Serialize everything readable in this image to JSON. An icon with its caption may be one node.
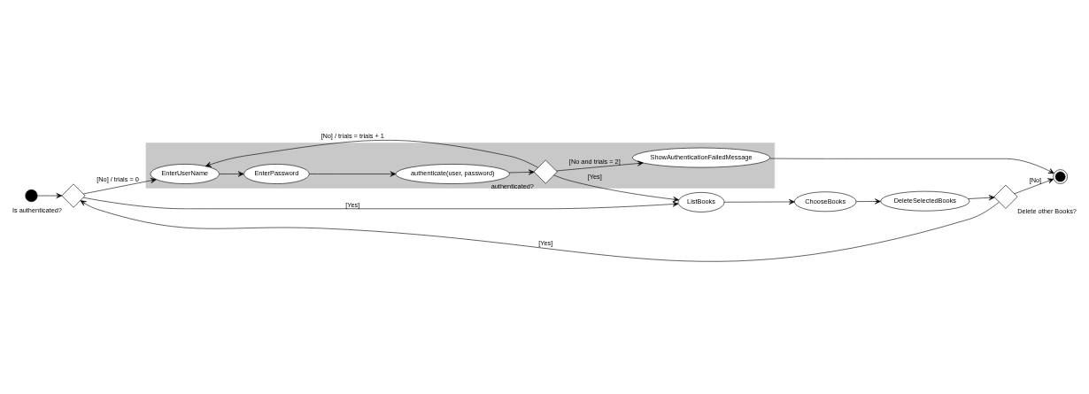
{
  "diagram": {
    "nodes": [
      {
        "text": [],
        "shape": "box"
      },
      {
        "text": [
          "EnterPassword"
        ],
        "in": 0
      },
      {
        "text": [
          "authenticate(user, password)"
        ],
        "in": 0
      },
      {
        "text": [
          "EnterUserName"
        ],
        "in": 0
      },
      {
        "text": [],
        "shape": "diamond",
        "beside": [
          "authenticated?"
        ],
        "in": 0
      },
      {
        "text": [
          "ShowAuthenticationFailedMessage"
        ],
        "in": 0
      },
      {
        "text": [],
        "shape": "circle"
      },
      {
        "text": [],
        "shape": "diamond",
        "beside": [
          "Is authenticated?"
        ]
      },
      {
        "text": [
          "ListBooks"
        ]
      },
      {
        "text": [
          "ChooseBooks"
        ]
      },
      {
        "text": [
          "DeleteSelectedBooks"
        ]
      },
      {
        "text": [],
        "shape": "diamond",
        "beside": [
          "Delete other Books?"
        ]
      },
      {
        "text": [],
        "shape": "bullseye"
      }
    ],
    "edges": [
      {
        "from": 6,
        "to": 7,
        "arrow": "to"
      },
      {
        "from": 7,
        "to": 3,
        "arrow": "to",
        "label": "[No] / trials = 0"
      },
      {
        "from": 7,
        "to": 8,
        "arrow": "to",
        "label": "[Yes]"
      },
      {
        "from": 3,
        "to": 1,
        "arrow": "to"
      },
      {
        "from": 1,
        "to": 2,
        "arrow": "to"
      },
      {
        "from": 2,
        "to": 4,
        "arrow": "to"
      },
      {
        "from": 4,
        "to": 3,
        "arrow": "to",
        "label": "[No] / trials = trials + 1"
      },
      {
        "from": 4,
        "to": 5,
        "arrow": "to",
        "label": "[No and trials = 2]"
      },
      {
        "from": 4,
        "to": 8,
        "arrow": "to",
        "label": "[Yes]"
      },
      {
        "from": 5,
        "to": 12,
        "arrow": "to"
      },
      {
        "from": 8,
        "to": 9,
        "arrow": "to"
      },
      {
        "from": 9,
        "to": 10,
        "arrow": "to"
      },
      {
        "from": 10,
        "to": 11,
        "arrow": "to"
      },
      {
        "from": 11,
        "to": 12,
        "arrow": "to",
        "label": "[No]"
      },
      {
        "from": 11,
        "to": 7,
        "arrow": "to",
        "label": "[Yes]"
      }
    ]
  }
}
